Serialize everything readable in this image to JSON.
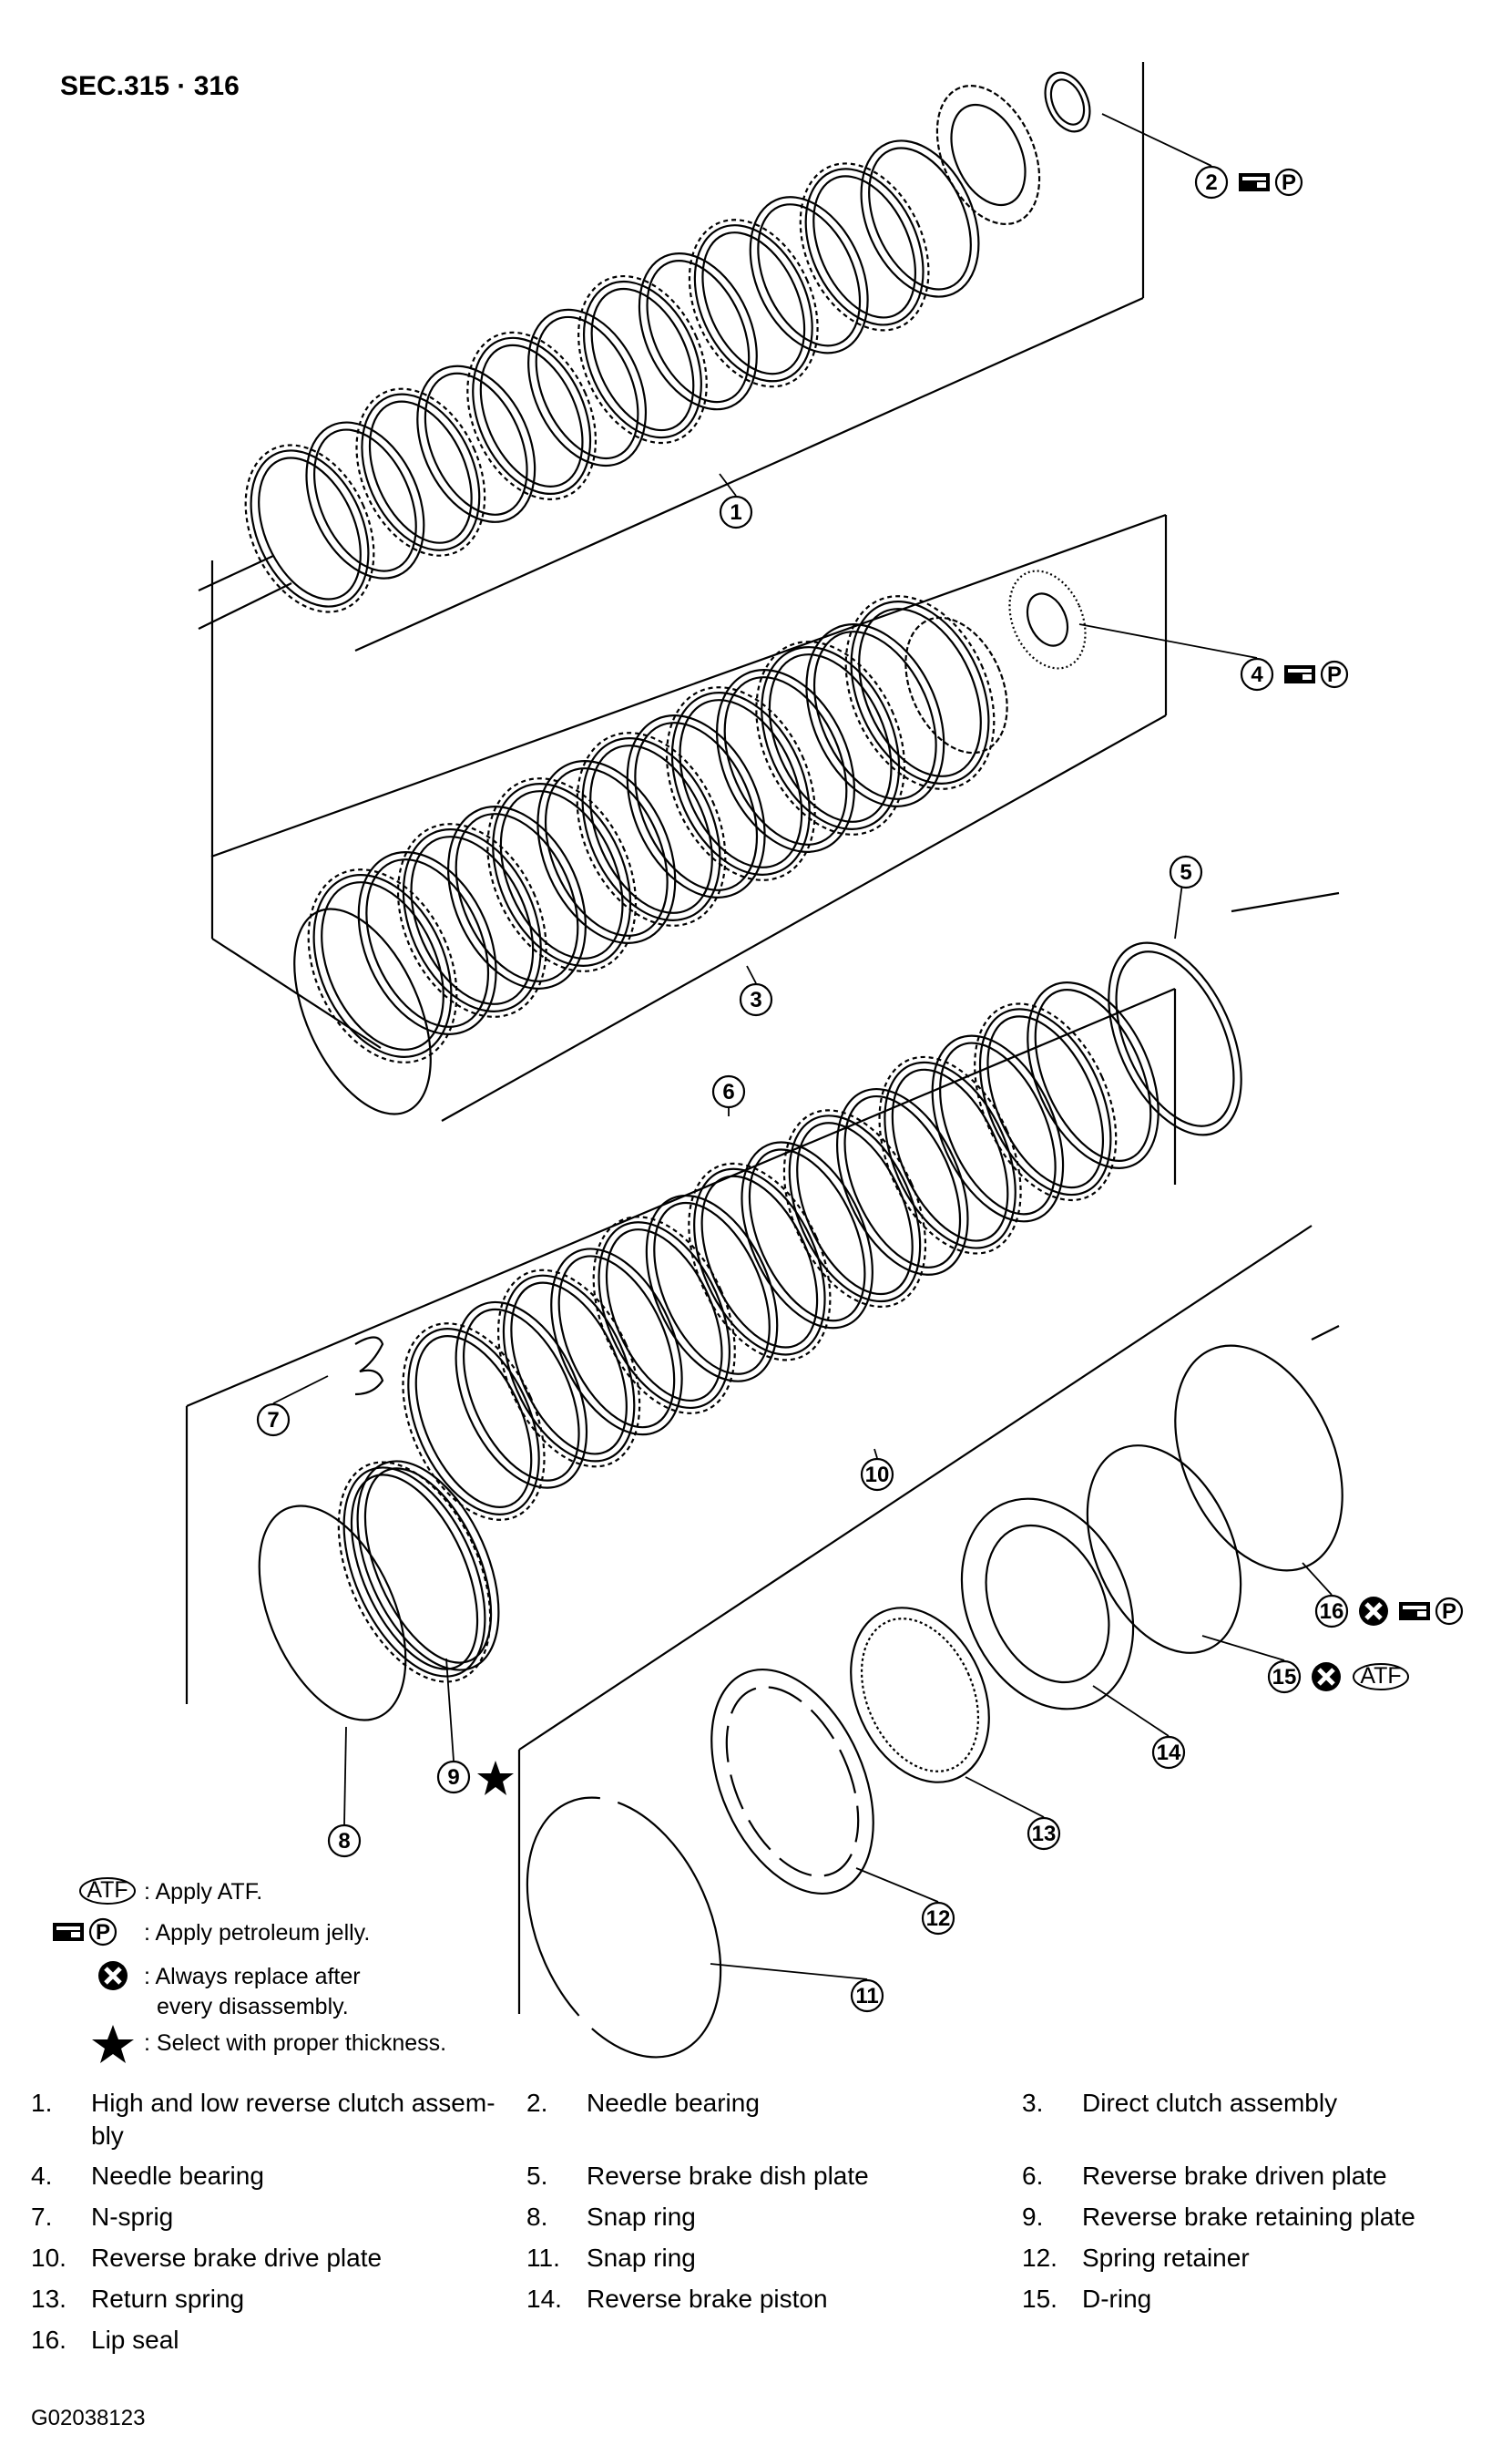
{
  "section_title": "SEC.315 · 316",
  "callouts": [
    "1",
    "2",
    "3",
    "4",
    "5",
    "6",
    "7",
    "8",
    "9",
    "10",
    "11",
    "12",
    "13",
    "14",
    "15",
    "16"
  ],
  "callout_symbols": {
    "2": [
      "petroleum-jelly"
    ],
    "4": [
      "petroleum-jelly"
    ],
    "9": [
      "star"
    ],
    "15": [
      "always-replace",
      "atf"
    ],
    "16": [
      "always-replace",
      "petroleum-jelly"
    ]
  },
  "badges": {
    "atf": "ATF",
    "p": "P"
  },
  "legend": {
    "atf": ": Apply ATF.",
    "petroleum_jelly": ": Apply petroleum jelly.",
    "replace_line1": ": Always replace after",
    "replace_line2": "every disassembly.",
    "thickness": ": Select with proper thickness."
  },
  "parts": [
    {
      "num": "1.",
      "name": "High and low reverse clutch assem-",
      "name2": "bly"
    },
    {
      "num": "2.",
      "name": "Needle bearing"
    },
    {
      "num": "3.",
      "name": "Direct clutch assembly"
    },
    {
      "num": "4.",
      "name": "Needle bearing"
    },
    {
      "num": "5.",
      "name": "Reverse brake dish plate"
    },
    {
      "num": "6.",
      "name": "Reverse brake driven plate"
    },
    {
      "num": "7.",
      "name": "N-sprig"
    },
    {
      "num": "8.",
      "name": "Snap ring"
    },
    {
      "num": "9.",
      "name": "Reverse brake retaining plate"
    },
    {
      "num": "10.",
      "name": "Reverse brake drive plate"
    },
    {
      "num": "11.",
      "name": "Snap ring"
    },
    {
      "num": "12.",
      "name": "Spring retainer"
    },
    {
      "num": "13.",
      "name": "Return spring"
    },
    {
      "num": "14.",
      "name": "Reverse brake piston"
    },
    {
      "num": "15.",
      "name": "D-ring"
    },
    {
      "num": "16.",
      "name": "Lip seal"
    }
  ],
  "figure_code": "G02038123"
}
